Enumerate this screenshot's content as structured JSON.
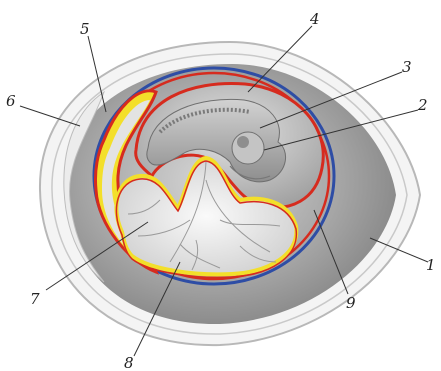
{
  "labels": [
    "1",
    "2",
    "3",
    "4",
    "5",
    "6",
    "7",
    "8",
    "9"
  ],
  "colors": {
    "shell_outer": "#bdbdbd",
    "shell_fill": "#f2f2f2",
    "egg_interior": "#8f8f8f",
    "membrane_blue": "#2e4da5",
    "membrane_red": "#d62b1e",
    "membrane_yellow": "#f3df2a",
    "embryo": "#b5b5b5",
    "yolk_sac": "#e8e8e8",
    "vessels": "#9a9a9a"
  }
}
